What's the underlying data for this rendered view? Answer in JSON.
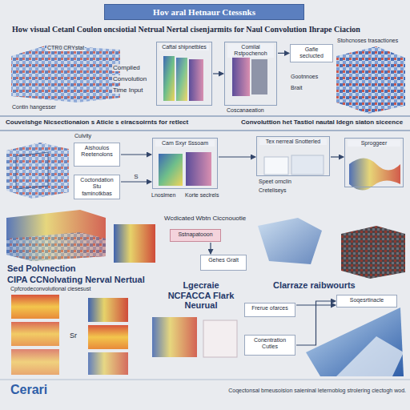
{
  "diagram": {
    "title": "Hov aral Hetnaur Ctessnks",
    "caption": "Coqectonsal bmeusoision saieninal leternoblog strolering ciectogh wod.",
    "nodes": [
      {
        "text": [
          "Caftal shipnetbles"
        ]
      },
      {
        "text": [
          "Comilal Rstpochenoh"
        ]
      },
      {
        "text": [
          "Gafle seclucted"
        ]
      },
      {
        "text": [
          "Aishoulos Reetenolons"
        ]
      },
      {
        "text": [
          "Coctondation Stu faminotkbas"
        ]
      },
      {
        "text": [
          "Cam Sxyr Sssoam"
        ]
      },
      {
        "text": [
          "Tex nerreal Snotterled"
        ]
      },
      {
        "text": [
          "Sproggeer"
        ]
      },
      {
        "text": [
          "Sstnapatooon"
        ]
      },
      {
        "text": [
          "Gehes Gralt"
        ]
      },
      {
        "text": [
          "Frerue ofarces"
        ]
      },
      {
        "text": [
          "Conentration Cutles"
        ]
      },
      {
        "text": [
          "Soqesrtinacle"
        ]
      }
    ],
    "edges": [
      {
        "from": 0,
        "to": 1,
        "arrow": "to"
      },
      {
        "from": 1,
        "to": 2,
        "arrow": "to"
      },
      {
        "from": 3,
        "to": 5,
        "arrow": "to"
      },
      {
        "from": 4,
        "to": 5,
        "label": "S",
        "arrow": "to"
      },
      {
        "from": 5,
        "to": 6,
        "arrow": "to"
      },
      {
        "from": 6,
        "to": 7,
        "arrow": "to"
      },
      {
        "from": 8,
        "to": 9,
        "arrow": "to"
      },
      {
        "from": 10,
        "to": 12,
        "arrow": "to"
      },
      {
        "from": 11,
        "to": 12,
        "arrow": "to"
      }
    ],
    "labels": [
      "How visual Cetanl Coulon oncsiotial Netrual Nertal cisenjarmits for Naul Convolution Ihrape Ciacion",
      "CTR0 CRYstat",
      "Compiled",
      "Convolution",
      "Time Input",
      "Coscanaeation",
      "Stohcnoses trasactiones",
      "Gootnnoes",
      "Brait",
      "Contin hangesser",
      "Couveishge Nicsectionaion s Aticie s eiracsoirnts for retlect",
      "Convoluttion het Tastiol nautal Idegn siaton siceence",
      "Culvity",
      "Lnoslmen",
      "Korte seclrels",
      "Speet ornclin",
      "Creteliseys",
      "Wcdicated Wbtn Ciccnouotie",
      "Sed Polvnection",
      "CIPA CCNolvating Nerval Nertual",
      "Cpfcrodeconvolutional ciesesust",
      "Lgecraie NCFACCA Flark Neurual",
      "Clarraze raibwourts",
      "Sr",
      "Cerari"
    ]
  }
}
